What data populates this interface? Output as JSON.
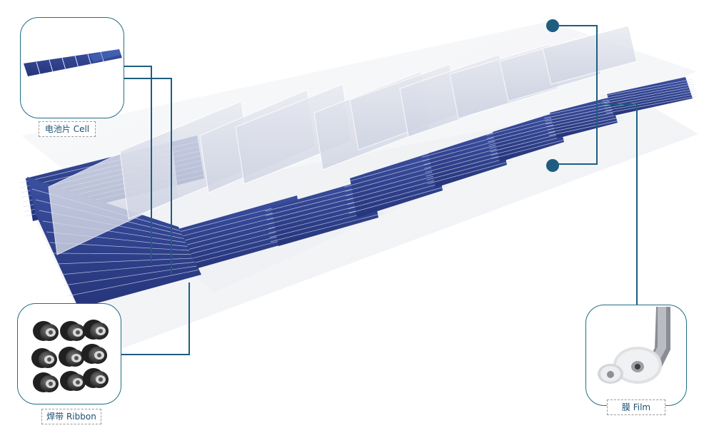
{
  "labels": {
    "cell": "电池片 Cell",
    "ribbon": "焊带 Ribbon",
    "film": "膜 Film"
  },
  "colors": {
    "accent": "#1f6f86",
    "leader_line": "#1f5d80",
    "cell_blue": "#2f3f8f",
    "cell_light": "#dde1ee",
    "label_text": "#1c4f73"
  },
  "icons": {
    "cell": "solar-cell-strip-icon",
    "ribbon": "ribbon-spools-icon",
    "film": "film-roll-icon"
  }
}
